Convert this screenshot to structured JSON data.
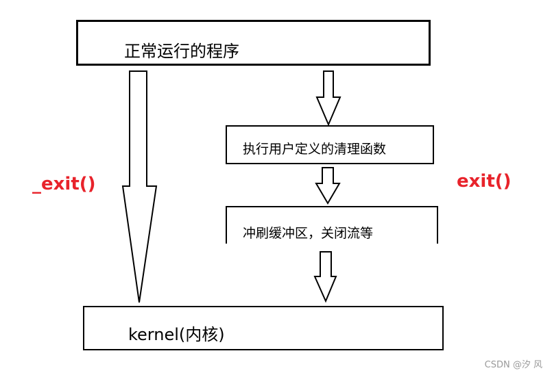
{
  "boxes": {
    "running_program": "正常运行的程序",
    "cleanup_functions": "执行用户定义的清理函数",
    "flush_close": "冲刷缓冲区，关闭流等",
    "kernel": "kernel(内核)"
  },
  "labels": {
    "exit_underscore": "_exit()",
    "exit": "exit()"
  },
  "watermark": "CSDN @汐 风",
  "colors": {
    "label_red": "#e8232b",
    "stroke": "#000000"
  }
}
